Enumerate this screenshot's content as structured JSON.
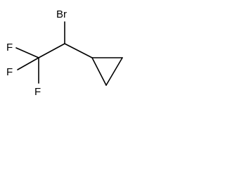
{
  "molecule": {
    "atoms": {
      "bromine": "Br",
      "fluorine_top": "F",
      "fluorine_middle": "F",
      "fluorine_bottom": "F"
    }
  },
  "colors": {
    "bond": "#000000",
    "label": "#000000",
    "background": "#ffffff"
  }
}
